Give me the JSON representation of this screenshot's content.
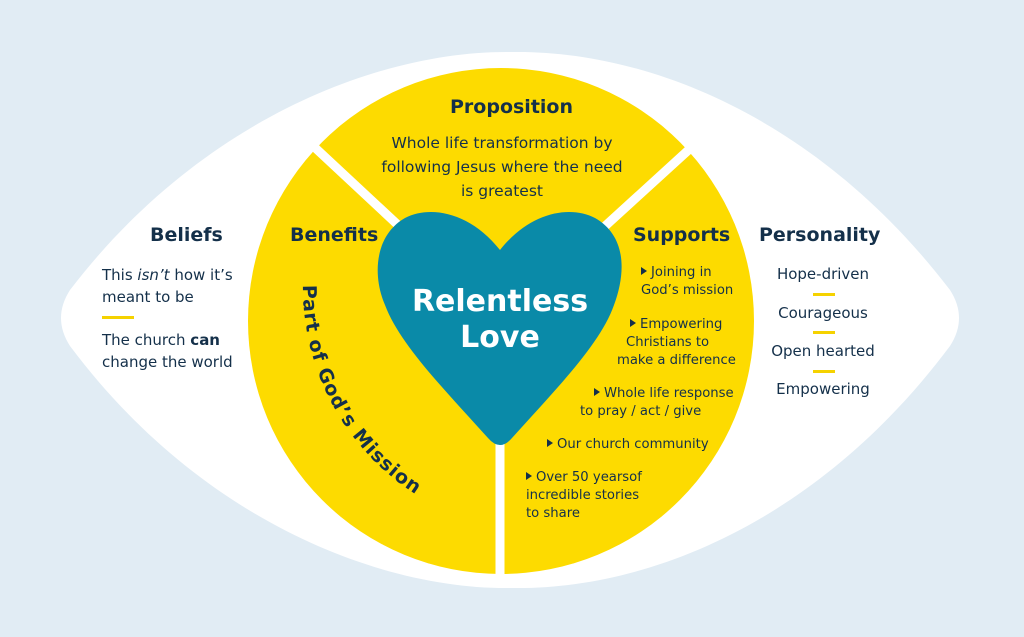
{
  "colors": {
    "background": "#e1ecf4",
    "eye": "#ffffff",
    "circle": "#fddb00",
    "heart": "#0a8aa8",
    "text": "#14304a",
    "accent_bar": "#f5d200"
  },
  "center": {
    "title_line1": "Relentless",
    "title_line2": "Love",
    "icon": "heart-icon"
  },
  "proposition": {
    "heading": "Proposition",
    "lines": [
      "Whole life transformation by",
      "following Jesus where the need",
      "is greatest"
    ]
  },
  "benefits": {
    "heading": "Benefits",
    "arc_text": "Part of God’s Mission"
  },
  "supports": {
    "heading": "Supports",
    "items": [
      {
        "lines": [
          "Joining in",
          "God’s mission"
        ]
      },
      {
        "lines": [
          "Empowering",
          "Christians to",
          "make a difference"
        ]
      },
      {
        "lines": [
          "Whole life response",
          "to pray / act / give"
        ]
      },
      {
        "lines": [
          "Our church community"
        ]
      },
      {
        "lines": [
          "Over 50 yearsof",
          "incredible stories",
          "to share"
        ]
      }
    ]
  },
  "beliefs": {
    "heading": "Beliefs",
    "item1": {
      "pre": "This ",
      "em": "isn’t",
      "post": " how it’s",
      "line2": "meant to be"
    },
    "item2": {
      "pre": "The church ",
      "strong": "can",
      "line2": "change the world"
    }
  },
  "personality": {
    "heading": "Personality",
    "items": [
      "Hope-driven",
      "Courageous",
      "Open hearted",
      "Empowering"
    ]
  }
}
